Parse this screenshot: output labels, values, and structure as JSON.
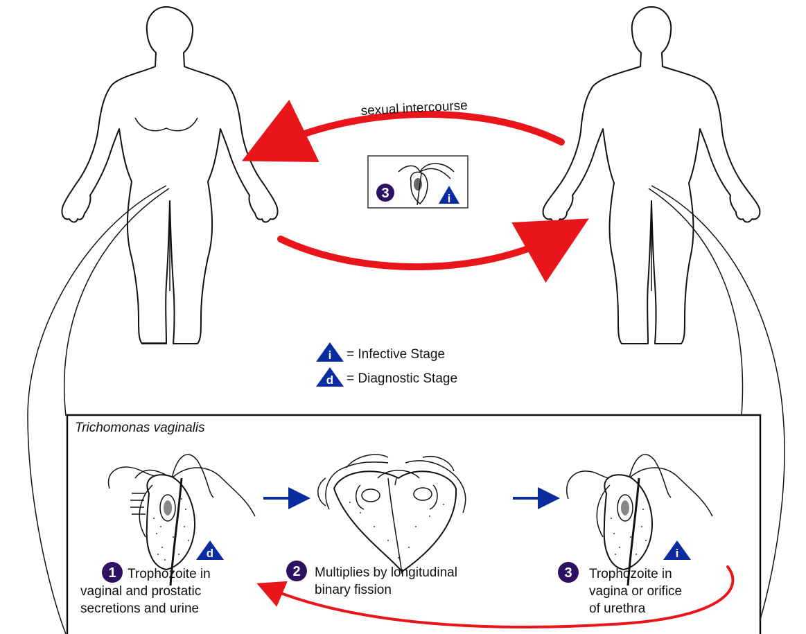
{
  "diagram": {
    "transmission_label": "sexual intercourse",
    "legend": {
      "infective_letter": "i",
      "infective_text": "= Infective Stage",
      "diagnostic_letter": "d",
      "diagnostic_text": "= Diagnostic Stage"
    },
    "inset": {
      "stage_number": "3",
      "stage_letter": "i"
    },
    "box": {
      "title": "Trichomonas vaginalis",
      "stages": [
        {
          "number": "1",
          "letter": "d",
          "caption_lines": [
            "Trophozoite in",
            "vaginal and prostatic",
            "secretions and urine"
          ]
        },
        {
          "number": "2",
          "caption_lines": [
            "Multiplies by longitudinal",
            "binary fission"
          ]
        },
        {
          "number": "3",
          "letter": "i",
          "caption_lines": [
            "Trophozoite in",
            "vagina or orifice",
            "of urethra"
          ]
        }
      ]
    },
    "colors": {
      "arrow_red": "#e8151b",
      "arrow_blue": "#0b2c9e",
      "badge_purple": "#2e1160",
      "triangle_blue": "#0b2c9e",
      "outline": "#111111"
    }
  }
}
